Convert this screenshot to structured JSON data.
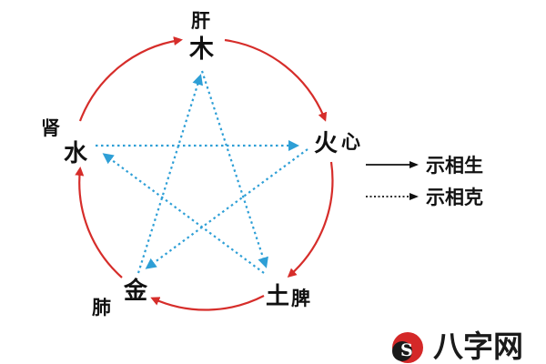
{
  "colors": {
    "generating": "#d62d2a",
    "overcoming": "#2e9fd6",
    "text": "#111111",
    "legend_arrow": "#111111",
    "watermark_accent": "#d42828"
  },
  "nodes": {
    "wood": {
      "element": "木",
      "organ": "肝"
    },
    "fire": {
      "element": "火",
      "organ": "心"
    },
    "earth": {
      "element": "土",
      "organ": "脾"
    },
    "metal": {
      "element": "金",
      "organ": "肺"
    },
    "water": {
      "element": "水",
      "organ": "肾"
    }
  },
  "legend": {
    "generating_label": "示相生",
    "overcoming_label": "示相克"
  },
  "watermark": {
    "text": "八字网",
    "logo_letter": "S"
  }
}
